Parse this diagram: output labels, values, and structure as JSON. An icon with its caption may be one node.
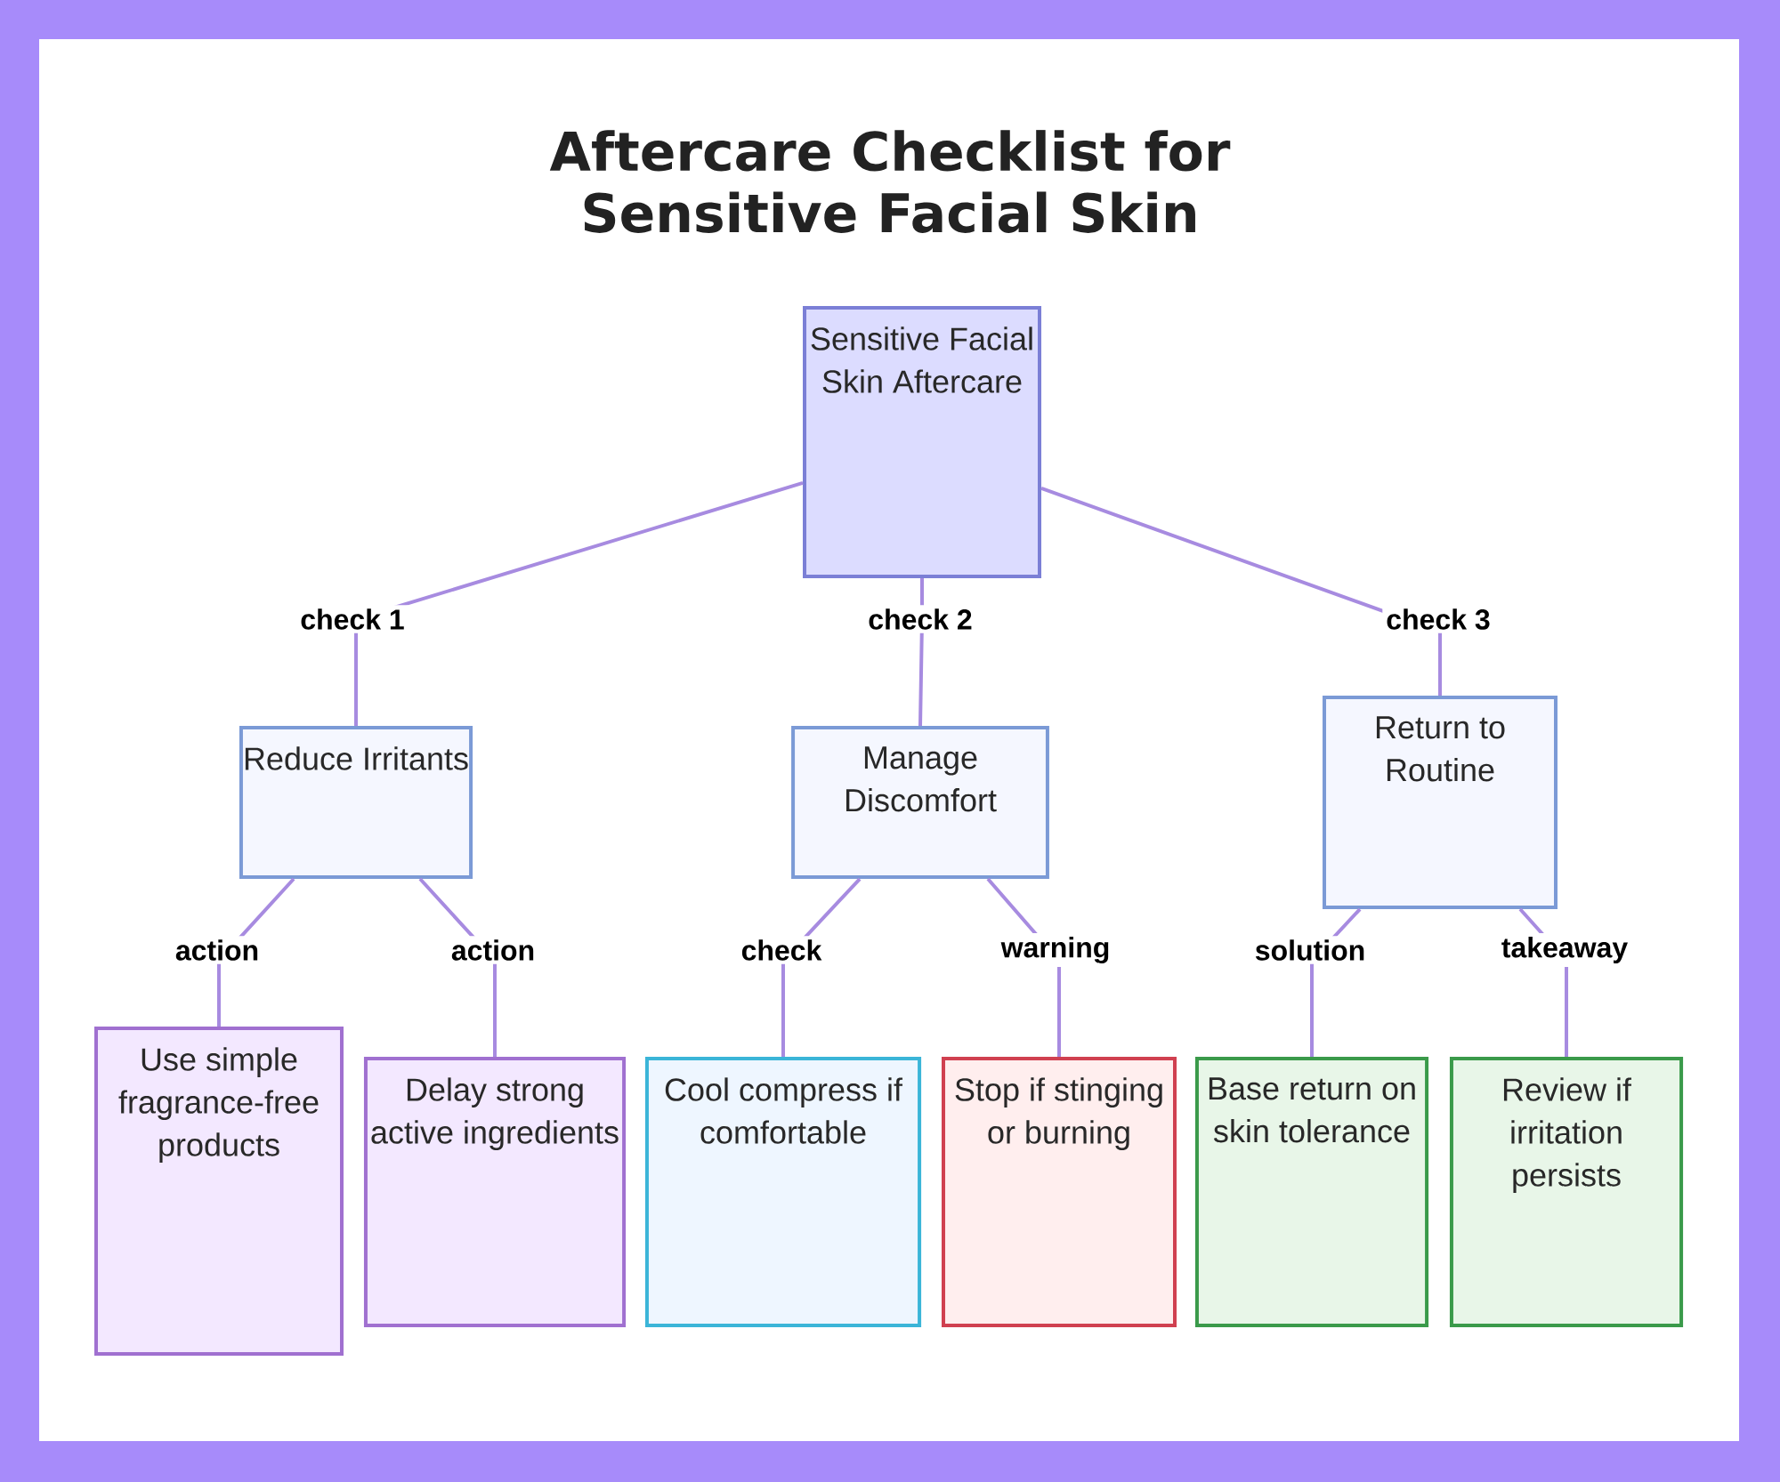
{
  "diagram": {
    "title": "Aftercare Checklist for Sensitive Facial Skin",
    "nodes": [
      {
        "text": [
          "Sensitive Facial Skin Aftercare"
        ]
      },
      {
        "text": [
          "Reduce Irritants"
        ]
      },
      {
        "text": [
          "Manage Discomfort"
        ]
      },
      {
        "text": [
          "Return to Routine"
        ]
      },
      {
        "text": [
          "Use simple fragrance-free products"
        ]
      },
      {
        "text": [
          "Delay strong active ingredients"
        ]
      },
      {
        "text": [
          "Cool compress if comfortable"
        ]
      },
      {
        "text": [
          "Stop if stinging or burning"
        ]
      },
      {
        "text": [
          "Base return on skin tolerance"
        ]
      },
      {
        "text": [
          "Review if irritation persists"
        ]
      }
    ],
    "edges": [
      {
        "from": 0,
        "to": 1,
        "arrow": "none",
        "label": "check 1"
      },
      {
        "from": 0,
        "to": 2,
        "arrow": "none",
        "label": "check 2"
      },
      {
        "from": 0,
        "to": 3,
        "arrow": "none",
        "label": "check 3"
      },
      {
        "from": 1,
        "to": 4,
        "arrow": "none",
        "label": "action"
      },
      {
        "from": 1,
        "to": 5,
        "arrow": "none",
        "label": "action"
      },
      {
        "from": 2,
        "to": 6,
        "arrow": "none",
        "label": "check"
      },
      {
        "from": 2,
        "to": 7,
        "arrow": "none",
        "label": "warning"
      },
      {
        "from": 3,
        "to": 8,
        "arrow": "none",
        "label": "solution"
      },
      {
        "from": 3,
        "to": 9,
        "arrow": "none",
        "label": "takeaway"
      }
    ]
  }
}
